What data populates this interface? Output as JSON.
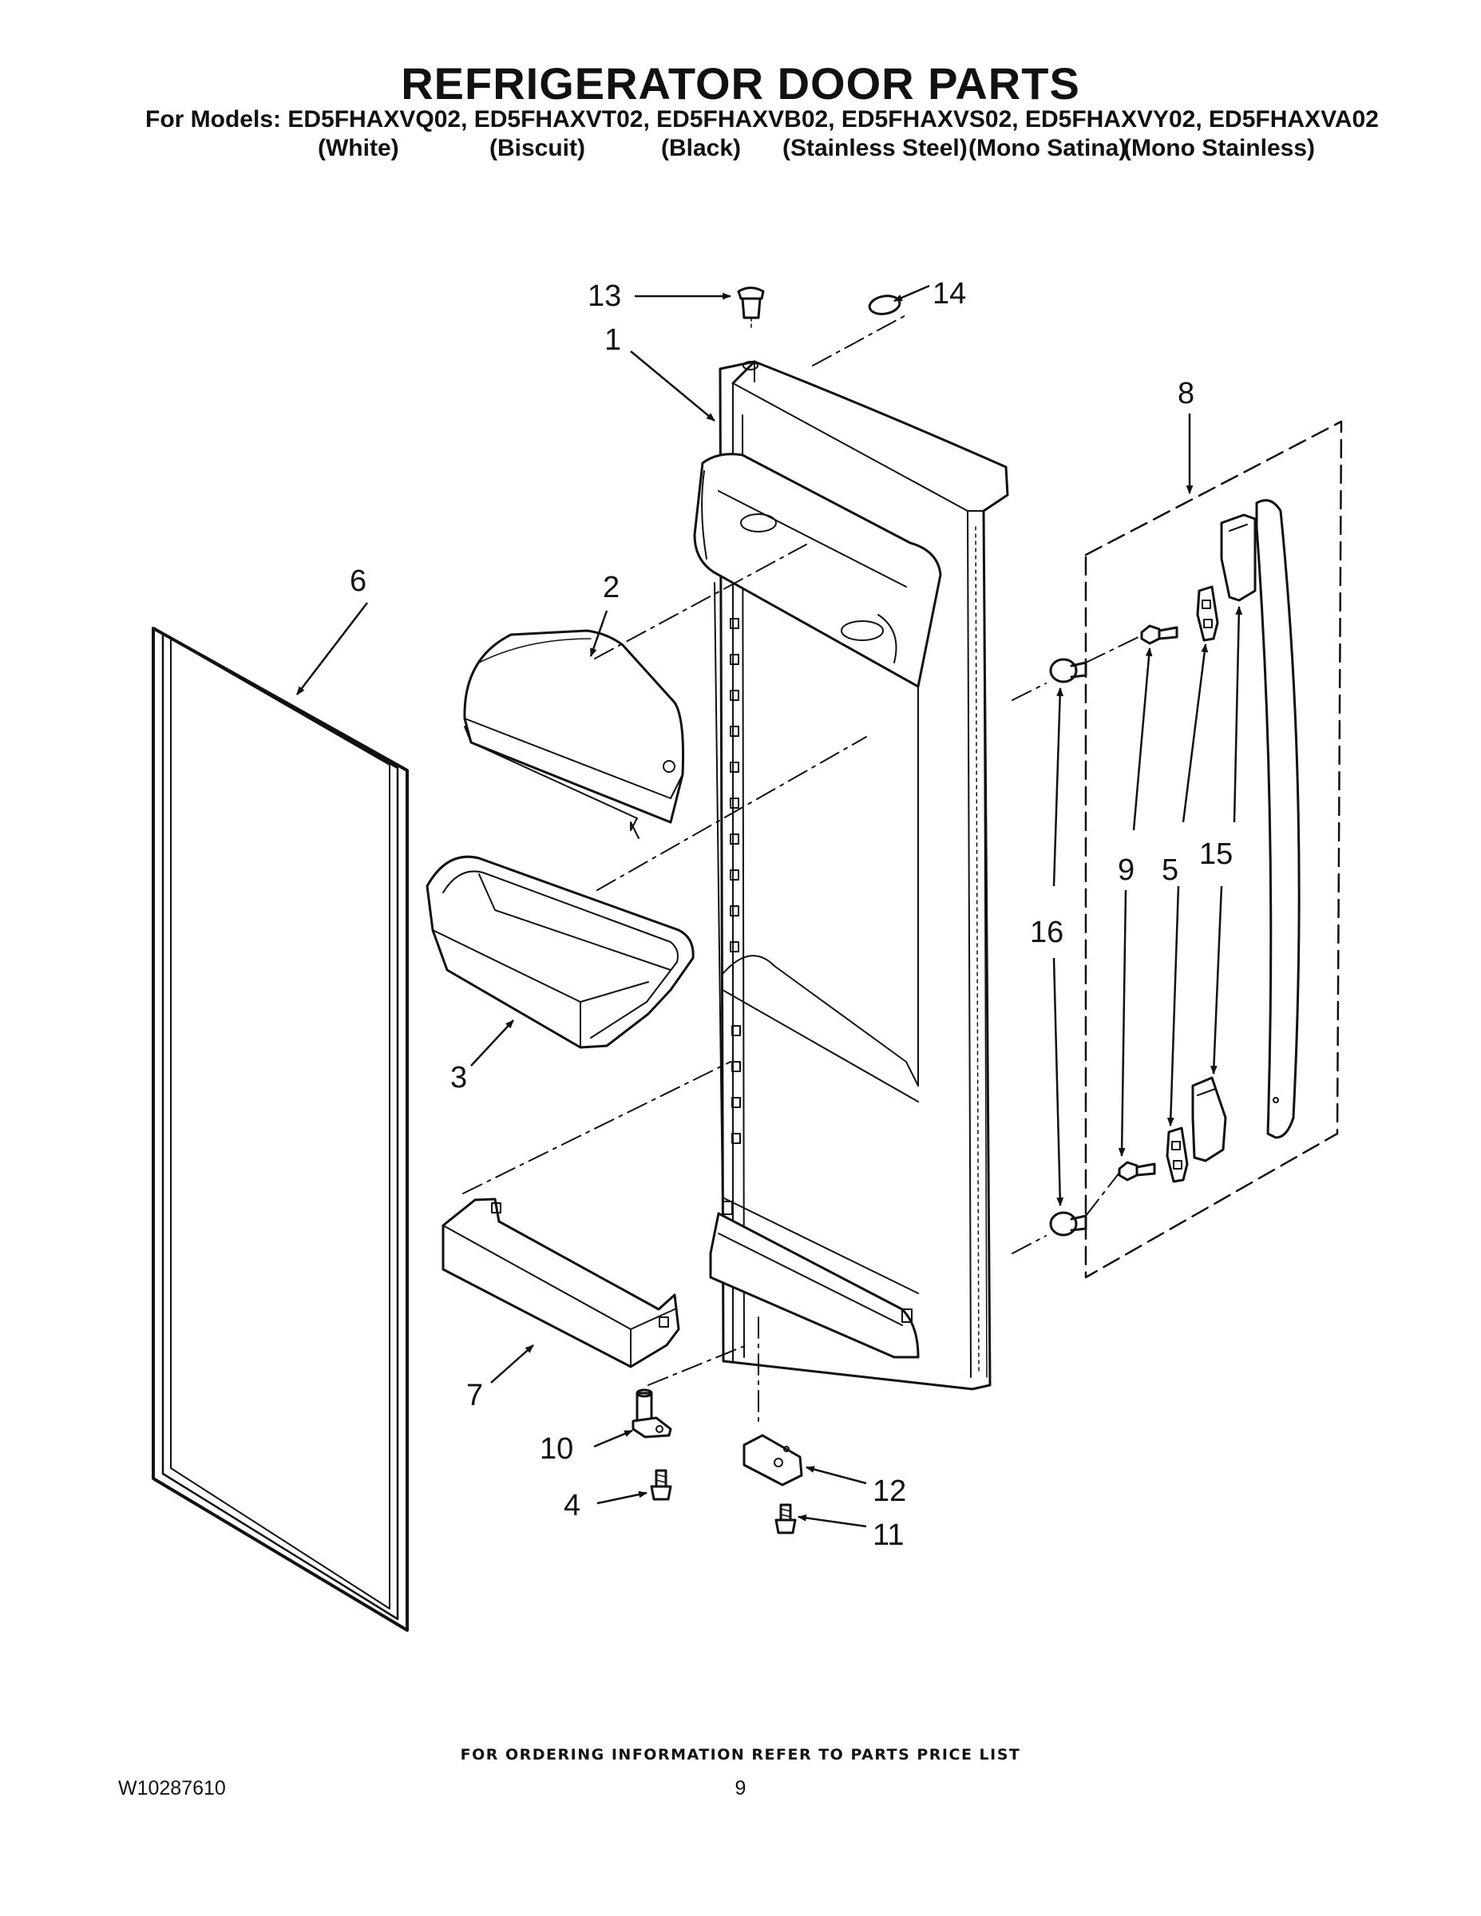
{
  "header": {
    "title": "REFRIGERATOR DOOR PARTS",
    "models_line": "For Models: ED5FHAXVQ02, ED5FHAXVT02, ED5FHAXVB02, ED5FHAXVS02, ED5FHAXVY02, ED5FHAXVA02",
    "variants": [
      "(White)",
      "(Biscuit)",
      "(Black)",
      "(Stainless Steel)",
      "(Mono Satina)",
      "(Mono Stainless)"
    ]
  },
  "callouts": [
    "1",
    "2",
    "3",
    "4",
    "5",
    "6",
    "7",
    "8",
    "9",
    "10",
    "11",
    "12",
    "13",
    "14",
    "15",
    "16"
  ],
  "footer": {
    "ordering_note": "FOR ORDERING INFORMATION REFER TO PARTS PRICE LIST",
    "document_number": "W10287610",
    "page_number": "9"
  }
}
